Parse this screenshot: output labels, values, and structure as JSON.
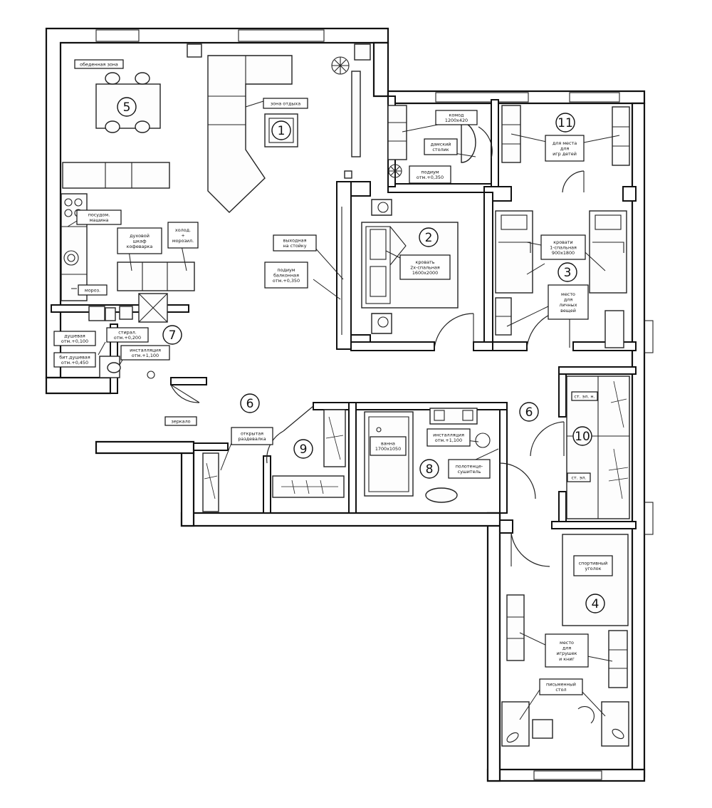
{
  "rooms": [
    {
      "id": "1",
      "label": "1"
    },
    {
      "id": "2",
      "label": "2"
    },
    {
      "id": "3",
      "label": "3"
    },
    {
      "id": "4",
      "label": "4"
    },
    {
      "id": "5",
      "label": "5"
    },
    {
      "id": "6a",
      "label": "6"
    },
    {
      "id": "6b",
      "label": "6"
    },
    {
      "id": "7",
      "label": "7"
    },
    {
      "id": "8",
      "label": "8"
    },
    {
      "id": "9",
      "label": "9"
    },
    {
      "id": "10",
      "label": "10"
    },
    {
      "id": "11",
      "label": "11"
    }
  ],
  "labels": {
    "dining_zone": "обеденная зона",
    "rest_zone": "зона отдыха",
    "dresser": [
      "комод",
      "1200х420"
    ],
    "dressing_table": [
      "дамский",
      "столик"
    ],
    "niche_1": [
      "подиум",
      "отм.+0,350"
    ],
    "place_games": [
      "для места",
      "для",
      "игр детей"
    ],
    "dishwasher": [
      "посудом.",
      "машина"
    ],
    "oven_cabinet": [
      "духовой",
      "шкаф",
      "кофеварка"
    ],
    "hood_fridge": [
      "холод.",
      "+",
      "морозил."
    ],
    "window_to_stair": [
      "выходная",
      "на стойку"
    ],
    "podium_balcony": [
      "подиум",
      "балконная",
      "отм.+0,350"
    ],
    "bed_double": [
      "кровать",
      "2х-спальная",
      "1600х2000"
    ],
    "beds_single": [
      "кровати",
      "1-спальная",
      "900х1800"
    ],
    "personal_place": [
      "место",
      "для",
      "личных",
      "вещей"
    ],
    "freezer": "мороз.",
    "shower": [
      "душевая",
      "отм.+0,100"
    ],
    "laundry": [
      "стирал.",
      "отм.+0,200"
    ],
    "washbasin_podium": [
      "бит.душевая",
      "отм.+0,450"
    ],
    "toilet_wash": [
      "инсталляция",
      "отм.+1,100"
    ],
    "mirror": "зеркало",
    "open_closet": [
      "открытая",
      "раздевалка"
    ],
    "bath": [
      "ванна",
      "1700х1050"
    ],
    "installation": [
      "инсталляция",
      "отм.+1,100"
    ],
    "towel_dryer": [
      "полотенце-",
      "сушитель"
    ],
    "closet_top": "ст. эл. н.",
    "closet_bottom": "ст. эл.",
    "sport_corner": [
      "спортивный",
      "уголок"
    ],
    "toy_place": [
      "место",
      "для",
      "игрушек",
      "и книг"
    ],
    "writing_table": [
      "письменный",
      "стол"
    ]
  },
  "colors": {
    "line": "#111111",
    "paper": "#ffffff"
  }
}
